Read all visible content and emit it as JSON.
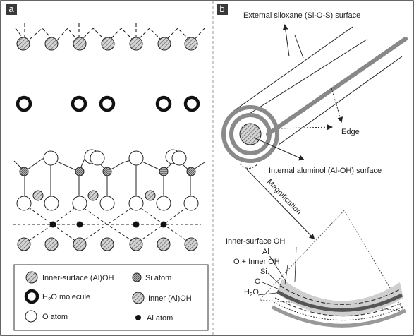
{
  "panels": {
    "a": {
      "tag": "a"
    },
    "b": {
      "tag": "b"
    }
  },
  "legend": {
    "inner_surface_oh": "Inner-surface (Al)OH",
    "si_atom": "Si atom",
    "h2o_prefix": "H",
    "h2o_sub": "2",
    "h2o_suffix": "O molecule",
    "inner_oh": "Inner (Al)OH",
    "o_atom": "O atom",
    "al_atom": "Al atom"
  },
  "tube_labels": {
    "external": "External siloxane (Si-O-S) surface",
    "edge": "Edge",
    "internal": "Internal aluminol (Al-OH) surface",
    "magnification": "Magnification"
  },
  "wedge_labels": {
    "inner_surface_oh": "Inner-surface OH",
    "al": "Al",
    "o_inner_oh": "O + Inner OH",
    "si": "Si",
    "o": "O",
    "h2o_prefix": "H",
    "h2o_sub": "2",
    "h2o_suffix": "O"
  },
  "colors": {
    "hatch_fill": "#bdbdbd",
    "ring_gray": "#8a8a8a",
    "frame": "#333333"
  }
}
